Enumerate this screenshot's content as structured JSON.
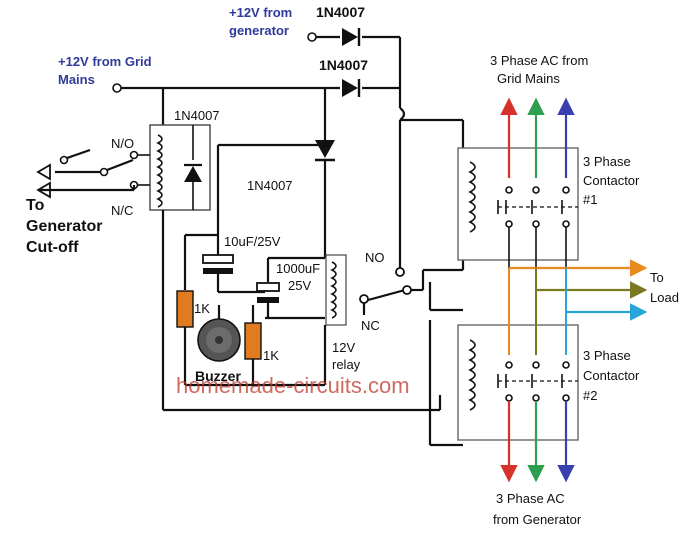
{
  "labels": {
    "gen_supply_1": "+12V from",
    "gen_supply_2": "generator",
    "grid_supply_1": "+12V from Grid",
    "grid_supply_2": "Mains",
    "diode_top": "1N4007",
    "diode_mid": "1N4007",
    "diode_left": "1N4007",
    "diode_center": "1N4007",
    "no_left": "N/O",
    "nc_left": "N/C",
    "to": "To",
    "generator": "Generator",
    "cutoff": "Cut-off",
    "cap_small": "10uF/25V",
    "cap_big_1": "1000uF",
    "cap_big_2": "25V",
    "res_left": "1K",
    "res_right": "1K",
    "buzzer": "Buzzer",
    "relay_no": "NO",
    "relay_nc": "NC",
    "relay_1": "12V",
    "relay_2": "relay",
    "ac_grid_1": "3 Phase AC from",
    "ac_grid_2": "Grid Mains",
    "contactor1_1": "3 Phase",
    "contactor1_2": "Contactor",
    "contactor1_3": "#1",
    "contactor2_1": "3 Phase",
    "contactor2_2": "Contactor",
    "contactor2_3": "#2",
    "to_load_1": "To",
    "to_load_2": "Load",
    "ac_gen_1": "3 Phase AC",
    "ac_gen_2": "from Generator",
    "watermark": "homemade-circuits.com"
  },
  "colors": {
    "phase_red": "#d6312b",
    "phase_green": "#2e9e4f",
    "phase_blue": "#3a3fb0",
    "out_orange": "#e88a1e",
    "out_olive": "#7a7a22",
    "out_cyan": "#29a6d8",
    "resistor": "#e07b1f",
    "wire": "#111111",
    "label_blue": "#2f3b9a",
    "watermark": "#c0392b"
  }
}
